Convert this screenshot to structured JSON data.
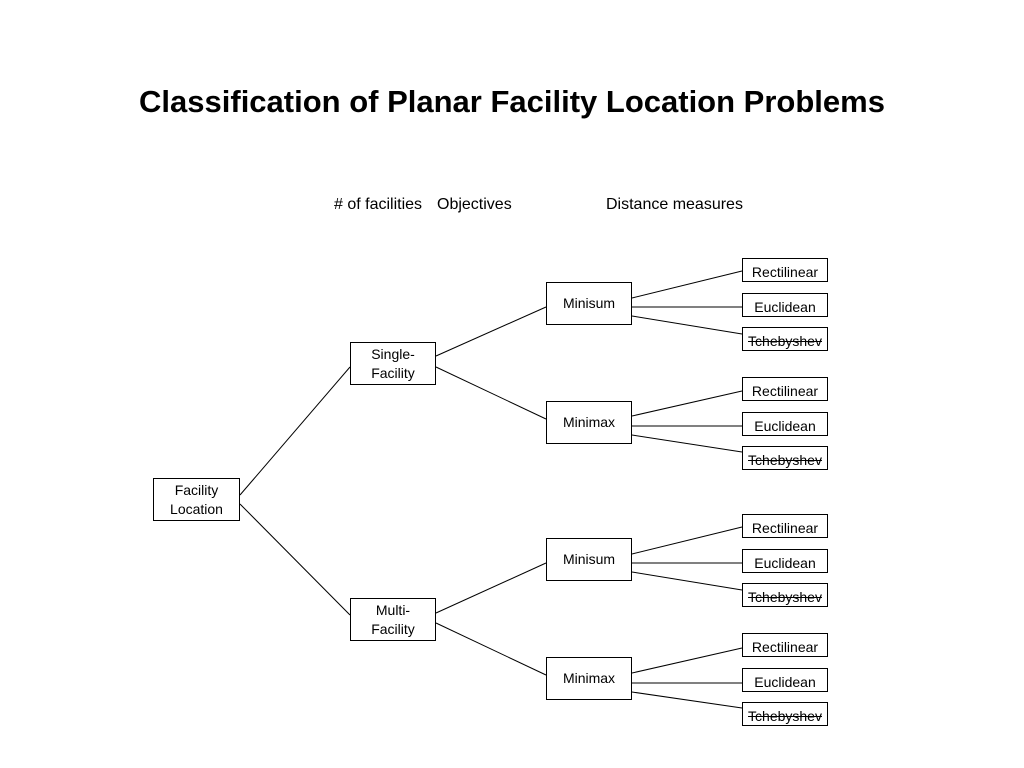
{
  "title": "Classification of Planar Facility Location Problems",
  "headers": {
    "facilities": "# of facilities",
    "objectives": "Objectives",
    "distance": "Distance measures"
  },
  "nodes": {
    "root": "Facility\nLocation",
    "single": "Single-\nFacility",
    "multi": "Multi-\nFacility",
    "single_minisum": "Minisum",
    "single_minimax": "Minimax",
    "multi_minisum": "Minisum",
    "multi_minimax": "Minimax"
  },
  "leaves": {
    "rectilinear": "Rectilinear",
    "euclidean": "Euclidean",
    "tchebyshev": "Tchebyshev"
  }
}
